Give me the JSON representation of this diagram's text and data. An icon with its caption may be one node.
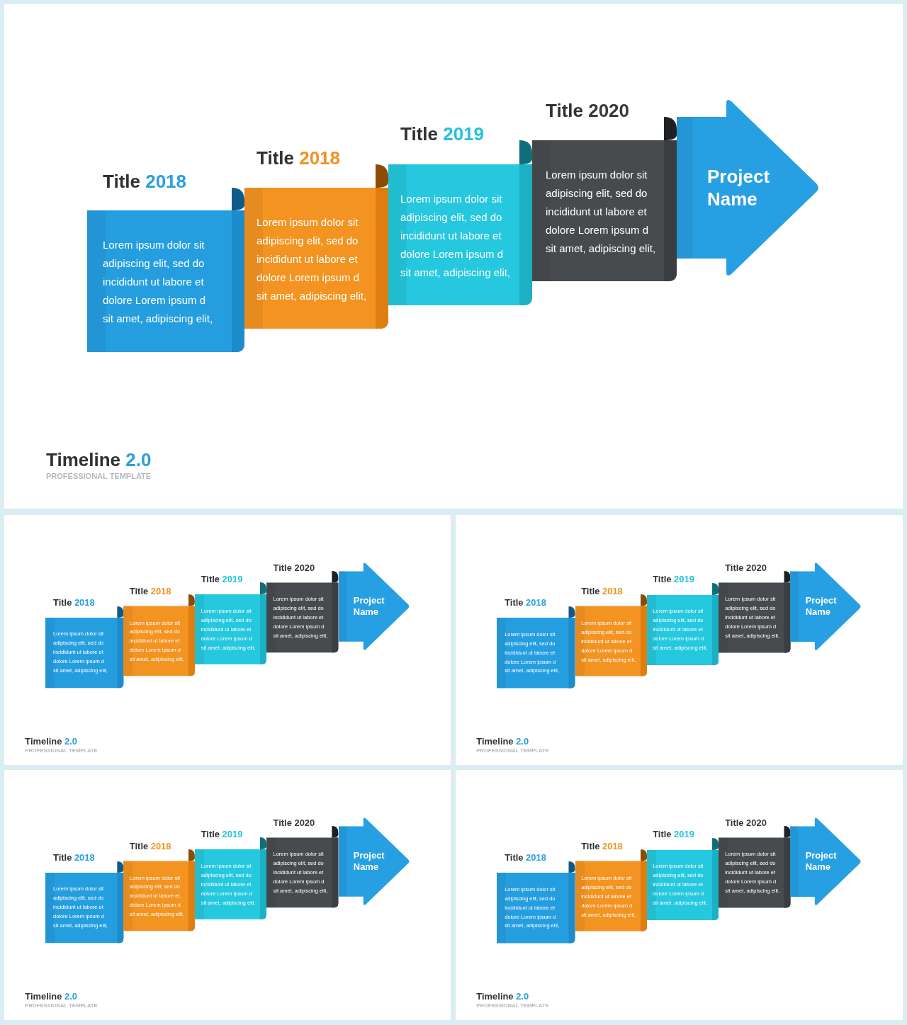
{
  "diagram": {
    "nodes": [
      {
        "text": [
          "Timeline 2.0",
          "PROFESSIONAL TEMPLATE"
        ]
      },
      {
        "text": [
          "Title 2018",
          "Lorem ipsum dolor sit adipiscing elit, sed do incididunt ut labore et dolore Lorem ipsum d sit amet, adipiscing elit,"
        ],
        "in": 0
      },
      {
        "text": [
          "Title 2018",
          "Lorem ipsum dolor sit adipiscing elit, sed do incididunt ut labore et dolore Lorem ipsum d sit amet, adipiscing elit,"
        ],
        "in": 0
      },
      {
        "text": [
          "Title 2019",
          "Lorem ipsum dolor sit adipiscing elit, sed do incididunt ut labore et dolore Lorem ipsum d sit amet, adipiscing elit,"
        ],
        "in": 0
      },
      {
        "text": [
          "Title 2020",
          "Lorem ipsum dolor sit adipiscing elit, sed do incididunt ut labore et dolore Lorem ipsum d sit amet, adipiscing elit,"
        ],
        "in": 0
      },
      {
        "text": [
          "Project Name"
        ],
        "in": 0
      },
      {
        "text": [
          "Timeline 2.0",
          "PROFESSIONAL TEMPLATE"
        ]
      },
      {
        "text": [
          "Title 2018",
          "Lorem ipsum dolor sit adipiscing elit, sed do incididunt ut labore et dolore Lorem ipsum d sit amet, adipiscing elit,"
        ],
        "in": 6
      },
      {
        "text": [
          "Title 2018",
          "Lorem ipsum dolor sit adipiscing elit, sed do incididunt ut labore et dolore Lorem ipsum d sit amet, adipiscing elit,"
        ],
        "in": 6
      },
      {
        "text": [
          "Title 2019",
          "Lorem ipsum dolor sit adipiscing elit, sed do incididunt ut labore et dolore Lorem ipsum d sit amet, adipiscing elit,"
        ],
        "in": 6
      },
      {
        "text": [
          "Title 2020",
          "Lorem ipsum dolor sit adipiscing elit, sed do incididunt ut labore et dolore Lorem ipsum d sit amet, adipiscing elit,"
        ],
        "in": 6
      },
      {
        "text": [
          "Project Name"
        ],
        "in": 6
      },
      {
        "text": [
          "Timeline 2.0",
          "PROFESSIONAL TEMPLATE"
        ]
      },
      {
        "text": [
          "Title 2018",
          "Lorem ipsum dolor sit adipiscing elit, sed do incididunt ut labore et dolore Lorem ipsum d sit amet, adipiscing elit,"
        ],
        "in": 12
      },
      {
        "text": [
          "Title 2018",
          "Lorem ipsum dolor sit adipiscing elit, sed do incididunt ut labore et dolore Lorem ipsum d sit amet, adipiscing elit,"
        ],
        "in": 12
      },
      {
        "text": [
          "Title 2019",
          "Lorem ipsum dolor sit adipiscing elit, sed do incididunt ut labore et dolore Lorem ipsum d sit amet, adipiscing elit,"
        ],
        "in": 12
      },
      {
        "text": [
          "Title 2020",
          "Lorem ipsum dolor sit adipiscing elit, sed do incididunt ut labore et dolore Lorem ipsum d sit amet, adipiscing elit,"
        ],
        "in": 12
      },
      {
        "text": [
          "Project Name"
        ],
        "in": 12
      },
      {
        "text": [
          "Timeline 2.0",
          "PROFESSIONAL TEMPLATE"
        ]
      },
      {
        "text": [
          "Title 2018",
          "Lorem ipsum dolor sit adipiscing elit, sed do incididunt ut labore et dolore Lorem ipsum d sit amet, adipiscing elit,"
        ],
        "in": 18
      },
      {
        "text": [
          "Title 2018",
          "Lorem ipsum dolor sit adipiscing elit, sed do incididunt ut labore et dolore Lorem ipsum d sit amet, adipiscing elit,"
        ],
        "in": 18
      },
      {
        "text": [
          "Title 2019",
          "Lorem ipsum dolor sit adipiscing elit, sed do incididunt ut labore et dolore Lorem ipsum d sit amet, adipiscing elit,"
        ],
        "in": 18
      },
      {
        "text": [
          "Title 2020",
          "Lorem ipsum dolor sit adipiscing elit, sed do incididunt ut labore et dolore Lorem ipsum d sit amet, adipiscing elit,"
        ],
        "in": 18
      },
      {
        "text": [
          "Project Name"
        ],
        "in": 18
      },
      {
        "text": [
          "Timeline 2.0",
          "PROFESSIONAL TEMPLATE"
        ]
      },
      {
        "text": [
          "Title 2018",
          "Lorem ipsum dolor sit adipiscing elit, sed do incididunt ut labore et dolore Lorem ipsum d sit amet, adipiscing elit,"
        ],
        "in": 24
      },
      {
        "text": [
          "Title 2018",
          "Lorem ipsum dolor sit adipiscing elit, sed do incididunt ut labore et dolore Lorem ipsum d sit amet, adipiscing elit,"
        ],
        "in": 24
      },
      {
        "text": [
          "Title 2019",
          "Lorem ipsum dolor sit adipiscing elit, sed do incididunt ut labore et dolore Lorem ipsum d sit amet, adipiscing elit,"
        ],
        "in": 24
      },
      {
        "text": [
          "Title 2020",
          "Lorem ipsum dolor sit adipiscing elit, sed do incididunt ut labore et dolore Lorem ipsum d sit amet, adipiscing elit,"
        ],
        "in": 24
      },
      {
        "text": [
          "Project Name"
        ],
        "in": 24
      }
    ]
  }
}
